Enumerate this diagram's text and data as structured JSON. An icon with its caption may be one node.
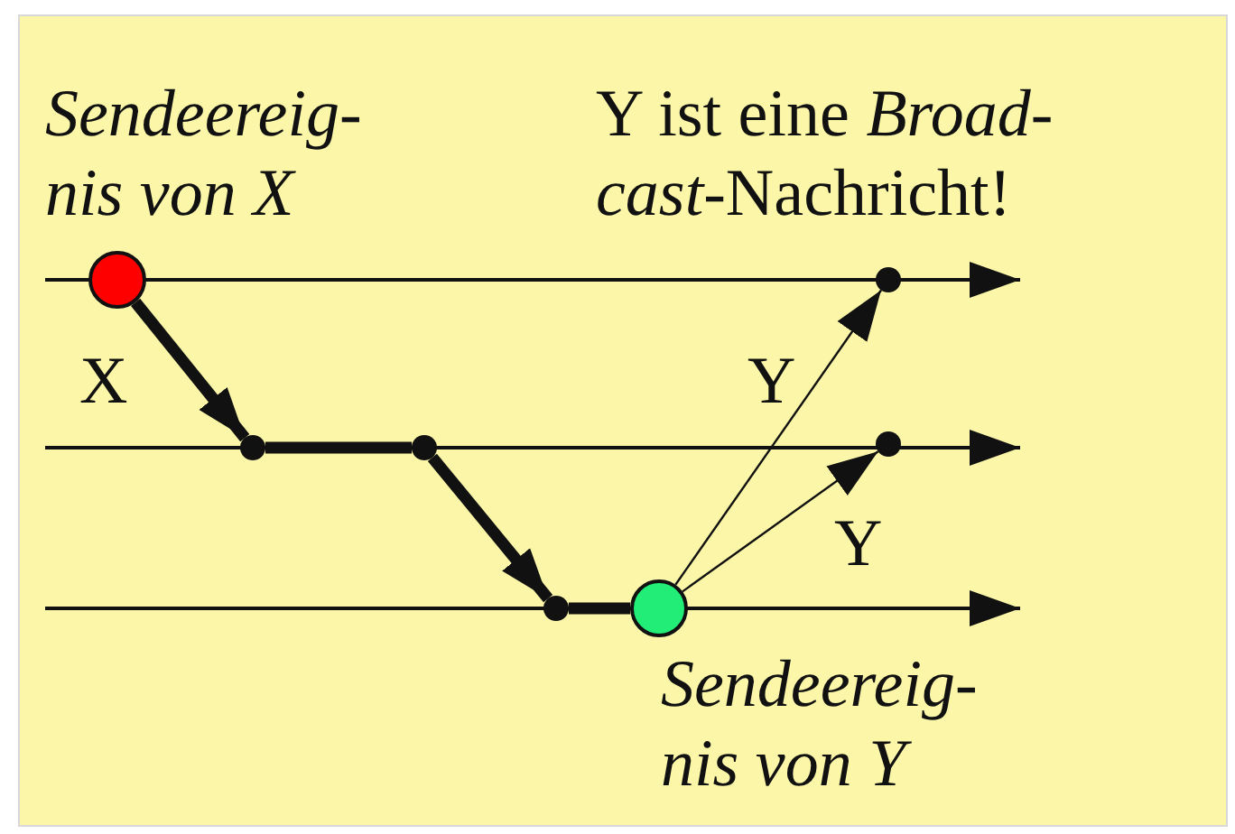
{
  "diagram": {
    "nodes": [
      {
        "text": [],
        "shape": "circle",
        "beside": [
          "Sendeereig-nis von X"
        ]
      },
      {
        "text": [],
        "shape": "circle"
      },
      {
        "text": [],
        "shape": "circle"
      },
      {
        "text": [],
        "shape": "circle"
      },
      {
        "text": [],
        "shape": "circle",
        "beside": [
          "Sendeereig-nis von Y"
        ]
      },
      {
        "text": [],
        "shape": "circle"
      },
      {
        "text": [],
        "shape": "circle"
      }
    ],
    "edges": [
      {
        "from": 0,
        "to": 1,
        "arrow": "to",
        "label": "X"
      },
      {
        "from": 1,
        "to": 2,
        "arrow": "none"
      },
      {
        "from": 2,
        "to": 3,
        "arrow": "to"
      },
      {
        "from": 3,
        "to": 4,
        "arrow": "none"
      },
      {
        "from": 4,
        "to": 5,
        "arrow": "to",
        "label": "Y"
      },
      {
        "from": 4,
        "to": 6,
        "arrow": "to",
        "label": "Y"
      }
    ],
    "labels": [
      "Y ist eine *Broad-cast*-Nachricht!"
    ]
  }
}
